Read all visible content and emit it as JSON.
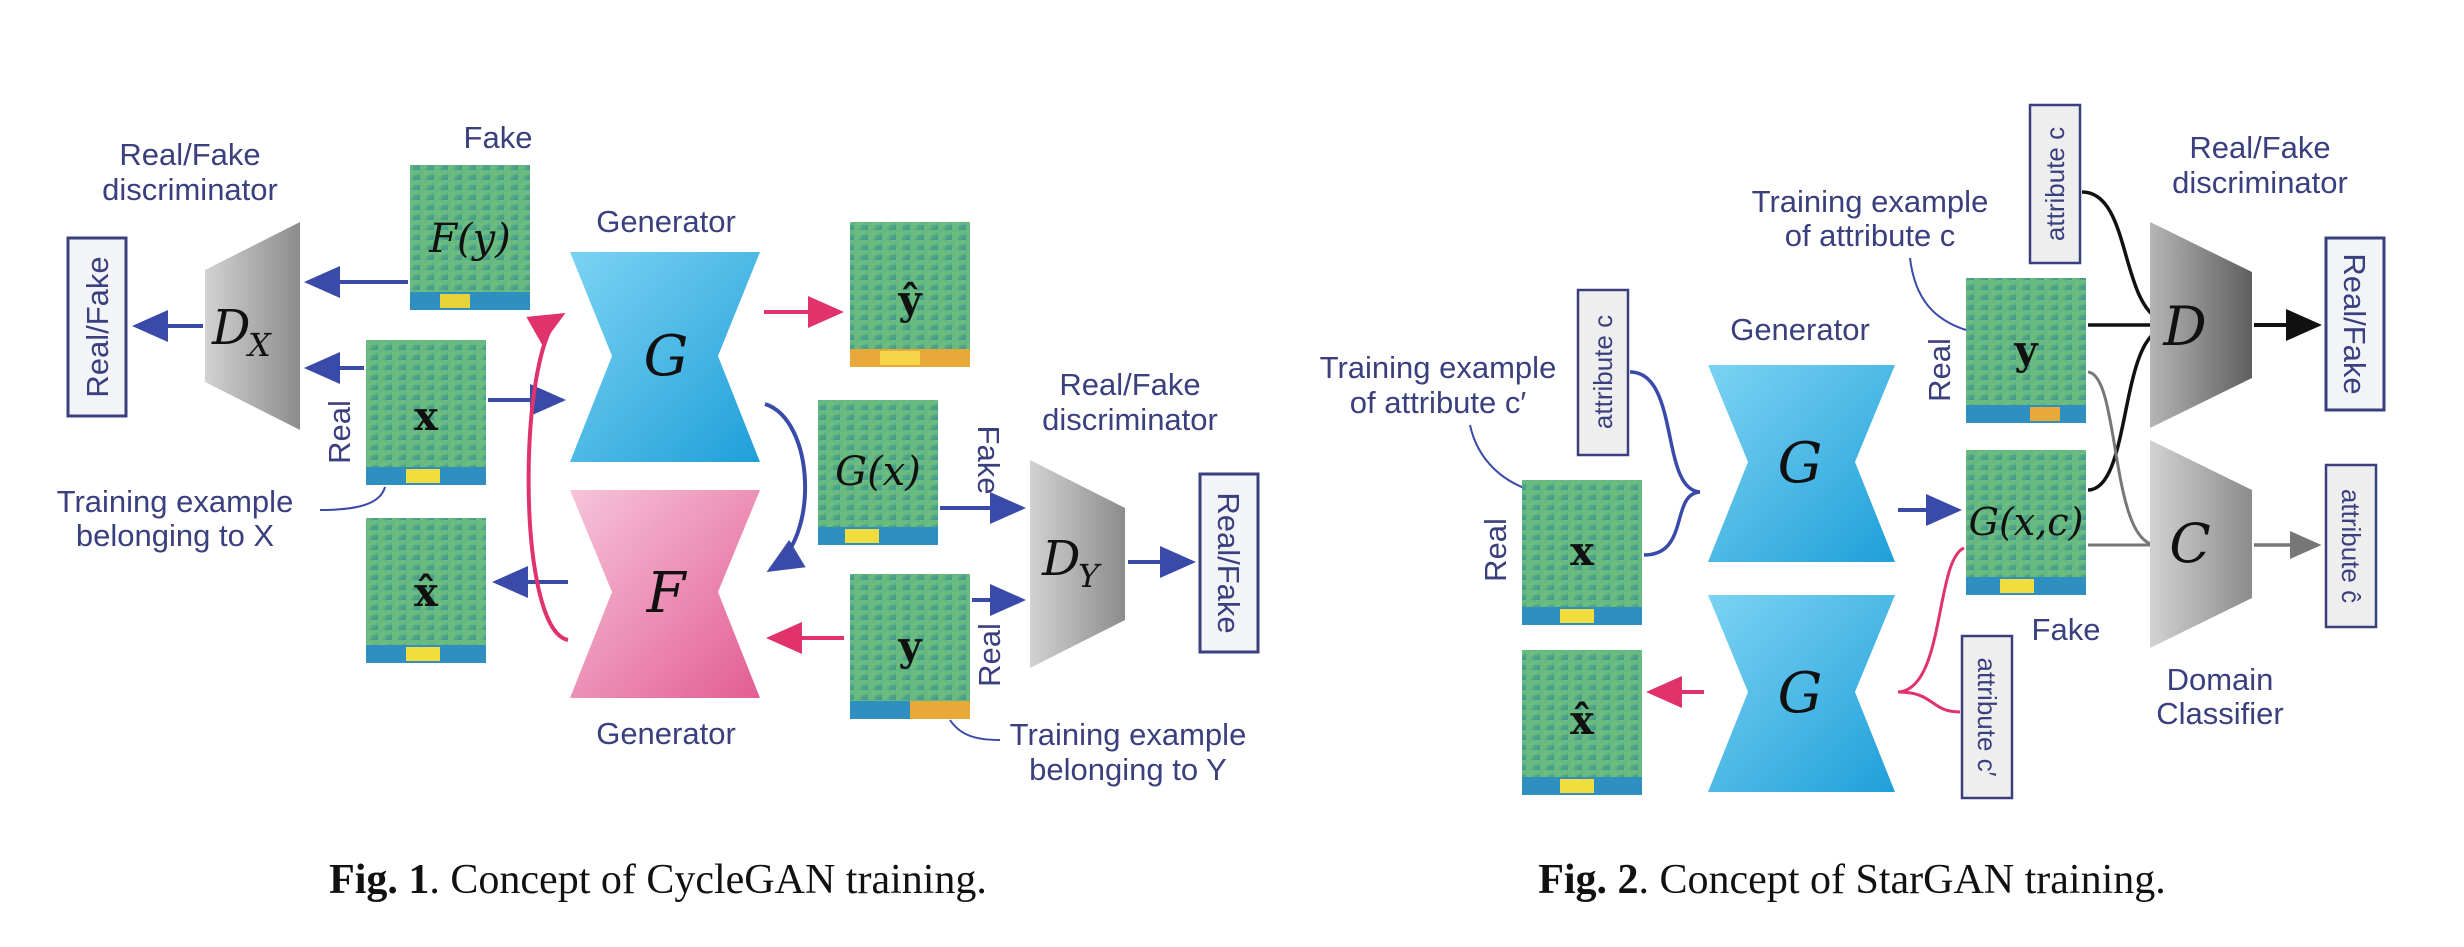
{
  "fig1": {
    "caption_bold": "Fig. 1",
    "caption_rest": ". Concept of CycleGAN training.",
    "disc_x_label": [
      "Real/Fake",
      "discriminator"
    ],
    "disc_y_label": [
      "Real/Fake",
      "discriminator"
    ],
    "disc_x_symbol": "D",
    "disc_x_sub": "X",
    "disc_y_symbol": "D",
    "disc_y_sub": "Y",
    "gen_top_label": "Generator",
    "gen_bottom_label": "Generator",
    "gen_g_symbol": "G",
    "gen_f_symbol": "F",
    "fake_top": "Fake",
    "fake_mid": "Fake",
    "real_left": "Real",
    "real_right": "Real",
    "out_left": "Real/Fake",
    "out_right": "Real/Fake",
    "img_fy": "F(y)",
    "img_x": "x",
    "img_xhat": "x̂",
    "img_yhat": "ŷ",
    "img_gx": "G(x)",
    "img_y": "y",
    "train_x": [
      "Training example",
      "belonging to X"
    ],
    "train_y": [
      "Training example",
      "belonging to Y"
    ]
  },
  "fig2": {
    "caption_bold": "Fig. 2",
    "caption_rest": ". Concept of StarGAN training.",
    "disc_label": [
      "Real/Fake",
      "discriminator"
    ],
    "disc_symbol": "D",
    "cls_symbol": "C",
    "cls_label": [
      "Domain",
      "Classifier"
    ],
    "gen_label": "Generator",
    "gen_symbol": "G",
    "attr_c": "attribute c",
    "attr_c_top": "attribute c",
    "attr_c_prime": "attribute c′",
    "attr_c_hat": "attribute ĉ",
    "out_realfake": "Real/Fake",
    "real_left": "Real",
    "real_mid": "Real",
    "fake": "Fake",
    "img_x": "x",
    "img_xhat": "x̂",
    "img_y": "y",
    "img_gxc": "G(x,c)",
    "train_c_prime": [
      "Training example",
      "of attribute c′"
    ],
    "train_c": [
      "Training example",
      "of attribute c"
    ]
  },
  "colors": {
    "arrow_blue": "#3a4aa8",
    "arrow_pink": "#e0336c",
    "arrow_black": "#111111",
    "arrow_gray": "#777777",
    "generator_blue": "#43b6e6",
    "generator_pink": "#ef82b0",
    "discriminator_gray": "#a8a8a8",
    "text_navy": "#3a3f7e"
  }
}
